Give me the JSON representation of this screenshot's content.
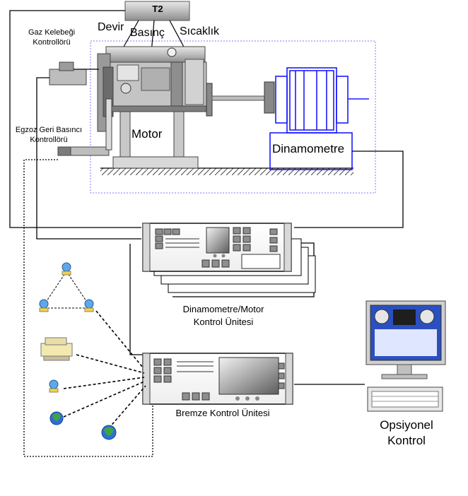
{
  "labels": {
    "top_box": "T2",
    "devir": "Devir",
    "basinc": "Basınç",
    "sicaklik": "Sıcaklık",
    "gaz_kelebegi_1": "Gaz Kelebeği",
    "gaz_kelebegi_2": "Kontrollörü",
    "egzoz_1": "Egzoz Geri Basıncı",
    "egzoz_2": "Kontrollörü",
    "motor": "Motor",
    "dinamometre": "Dinamometre",
    "dyno_motor_unit_1": "Dinamometre/Motor",
    "dyno_motor_unit_2": "Kontrol Ünitesi",
    "brake_unit": "Bremze Kontrol Ünitesi",
    "optional_1": "Opsiyonel",
    "optional_2": "Kontrol"
  },
  "colors": {
    "line": "#000000",
    "dyno_blue": "#1a1aff",
    "frame_blue": "#7a7aff",
    "gray_light": "#d9d9d9",
    "gray_mid": "#a6a6a6",
    "gray_dark": "#6b6b6b",
    "screen_blue": "#2b4fbf",
    "printer_yellow": "#f3e9b0",
    "globe_green": "#3fa63f",
    "globe_blue": "#2f6fd6"
  }
}
